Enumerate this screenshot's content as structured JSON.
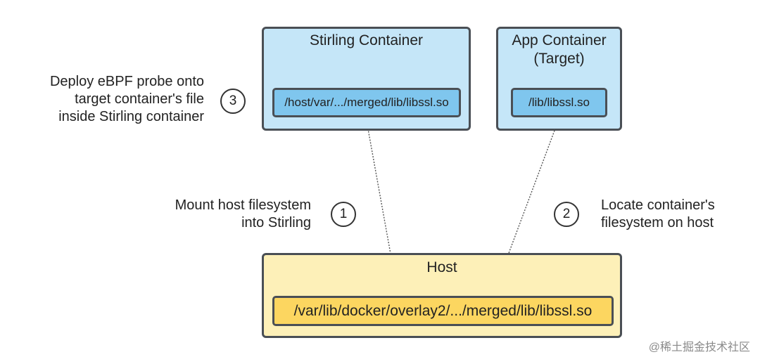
{
  "stirling": {
    "title": "Stirling Container",
    "file": "/host/var/.../merged/lib/libssl.so"
  },
  "app": {
    "title": "App Container\n(Target)",
    "file": "/lib/libssl.so"
  },
  "host": {
    "title": "Host",
    "file": "/var/lib/docker/overlay2/.../merged/lib/libssl.so"
  },
  "steps": [
    {
      "number": "1",
      "text": "Mount host filesystem\ninto Stirling"
    },
    {
      "number": "2",
      "text": "Locate container's\nfilesystem on host"
    },
    {
      "number": "3",
      "text": "Deploy eBPF probe onto\ntarget container's file\ninside Stirling container"
    }
  ],
  "watermark": "@稀土掘金技术社区",
  "colors": {
    "container_fill": "#c5e6f8",
    "container_file_fill": "#7fc6ee",
    "host_fill": "#fdf0b8",
    "host_file_fill": "#fcd660",
    "border": "#4a4f55"
  }
}
